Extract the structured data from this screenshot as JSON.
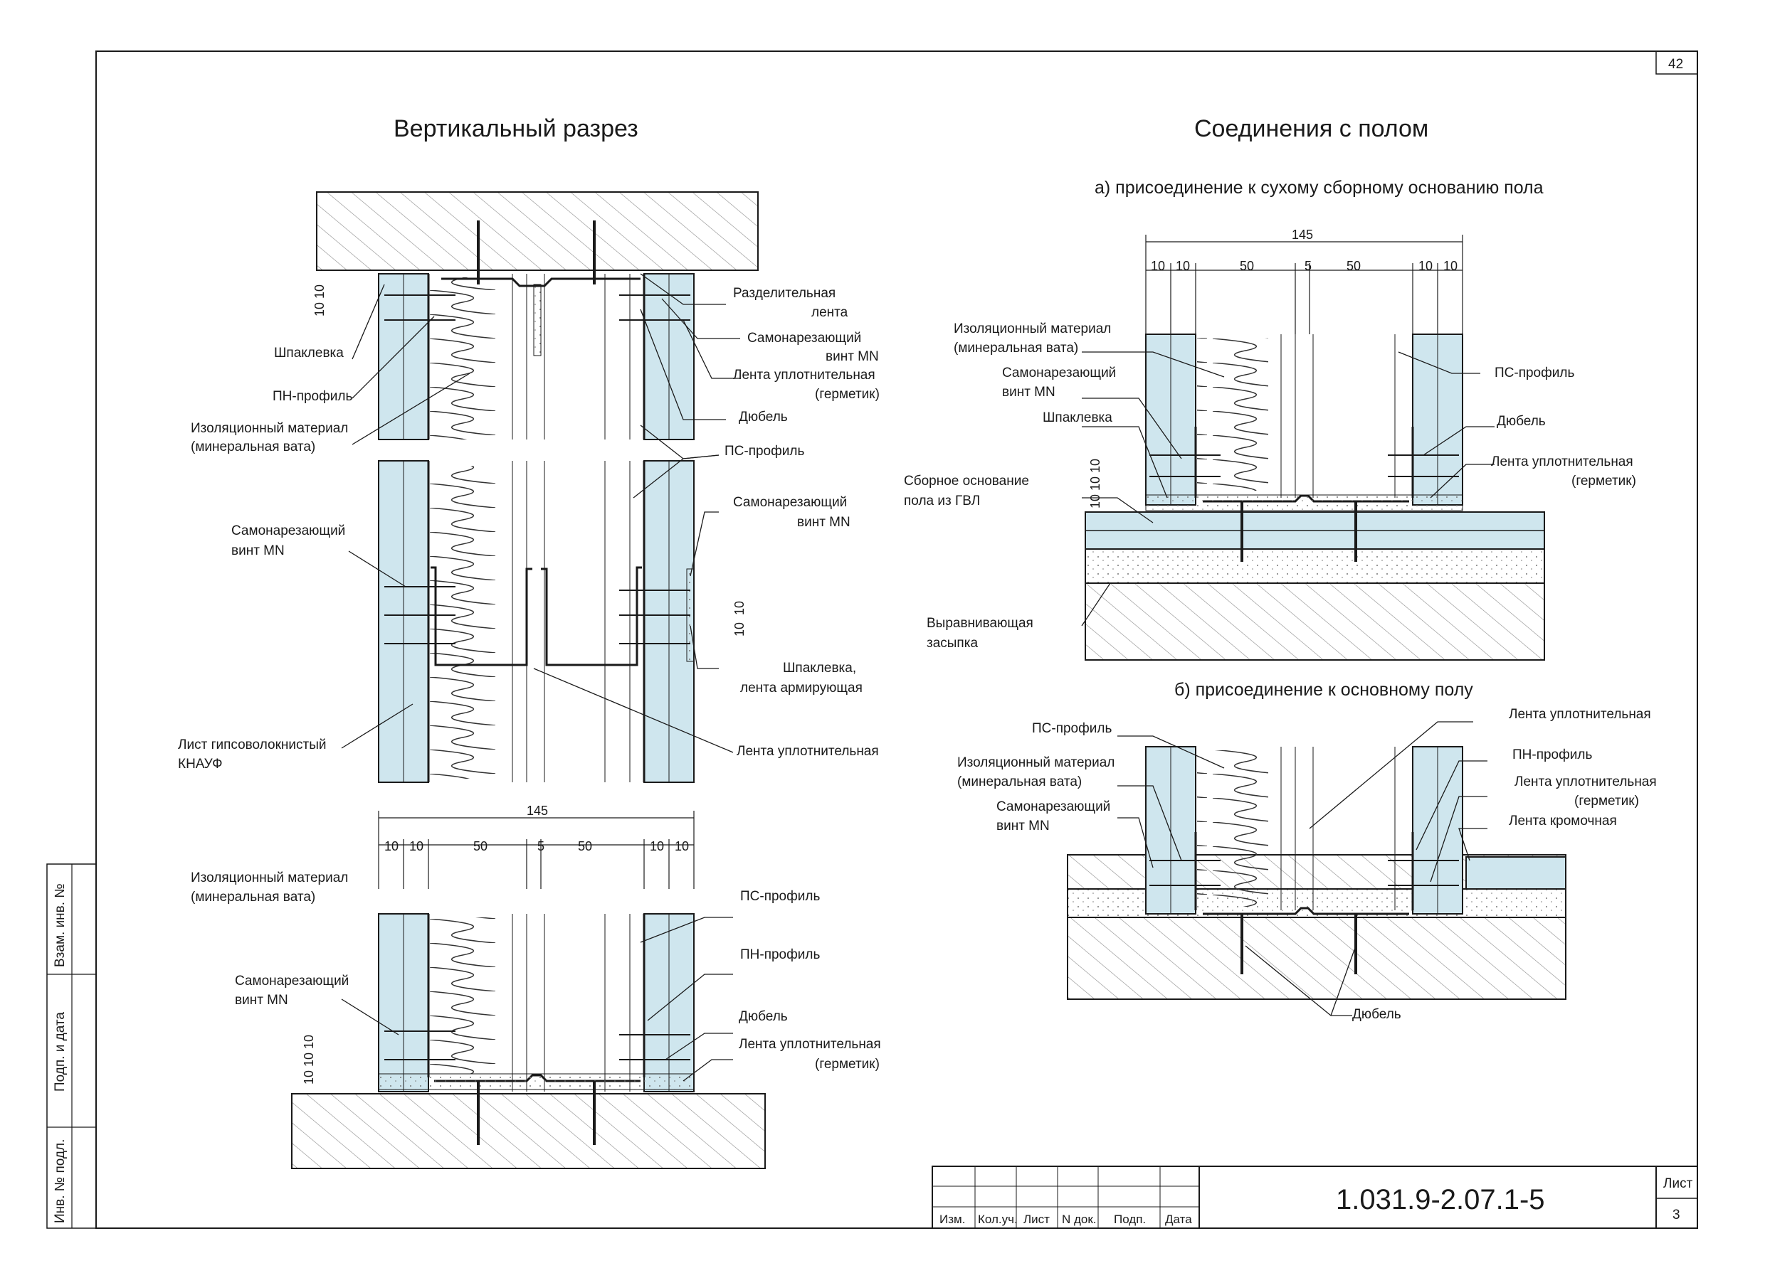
{
  "sheet": {
    "page_no": "42",
    "code": "1.031.9-2.07.1-5",
    "list_label": "Лист",
    "list_no": "3"
  },
  "side_stamp": [
    "Взам. инв. №",
    "Подп. и дата",
    "Инв. № подл."
  ],
  "titleblock_headers": [
    "Изм.",
    "Кол.уч.",
    "Лист",
    "N док.",
    "Подп.",
    "Дата"
  ],
  "left": {
    "title": "Вертикальный разрез",
    "labels": {
      "razdel1": "Разделительная",
      "razdel2": "лента",
      "shpakl": "Шпаклевка",
      "vint_top1": "Самонарезающий",
      "vint_top2": "винт MN",
      "pn": "ПН-профиль",
      "lenta1": "Лента уплотнительная",
      "lenta2": "(герметик)",
      "izol1": "Изоляционный материал",
      "izol2": "(минеральная вата)",
      "dubel": "Дюбель",
      "ps": "ПС-профиль",
      "vint_l1": "Самонарезающий",
      "vint_l2": "винт MN",
      "vint_r1": "Самонарезающий",
      "vint_r2": "винт MN",
      "shp_arm1": "Шпаклевка,",
      "shp_arm2": "лента армирующая",
      "list1": "Лист гипсоволокнистый",
      "list2": "КНАУФ",
      "lenta_upl": "Лента уплотнительная"
    },
    "dim_top": "10 10",
    "dim_mid1": "10",
    "dim_mid2": "10",
    "bottom": {
      "total": "145",
      "parts": [
        "10",
        "10",
        "50",
        "5",
        "50",
        "10",
        "10"
      ],
      "izol1": "Изоляционный материал",
      "izol2": "(минеральная вата)",
      "ps": "ПС-профиль",
      "pn": "ПН-профиль",
      "vint1": "Самонарезающий",
      "vint2": "винт MN",
      "dubel": "Дюбель",
      "lenta1": "Лента уплотнительная",
      "lenta2": "(герметик)",
      "dim_v": "10 10 10"
    }
  },
  "right": {
    "title": "Соединения с полом",
    "a": {
      "subtitle": "а) присоединение к сухому сборному основанию пола",
      "total": "145",
      "parts": [
        "10",
        "10",
        "50",
        "5",
        "50",
        "10",
        "10"
      ],
      "izol1": "Изоляционный материал",
      "izol2": "(минеральная вата)",
      "vint1": "Самонарезающий",
      "vint2": "винт MN",
      "shpakl": "Шпаклевка",
      "sbor1": "Сборное основание",
      "sbor2": "пола из ГВЛ",
      "vyr1": "Выравнивающая",
      "vyr2": "засыпка",
      "ps": "ПС-профиль",
      "dubel": "Дюбель",
      "lenta1": "Лента уплотнительная",
      "lenta2": "(герметик)",
      "dim_v": "10 10 10"
    },
    "b": {
      "subtitle": "б) присоединение к основному полу",
      "ps": "ПС-профиль",
      "izol1": "Изоляционный материал",
      "izol2": "(минеральная вата)",
      "vint1": "Самонарезающий",
      "vint2": "винт MN",
      "lenta_upl": "Лента уплотнительная",
      "pn": "ПН-профиль",
      "lenta1": "Лента уплотнительная",
      "lenta2": "(герметик)",
      "krom": "Лента кромочная",
      "dubel": "Дюбель"
    }
  },
  "colors": {
    "board": "#cfe6ee",
    "line": "#1a1a1a",
    "hatch": "#8a8a8a"
  }
}
